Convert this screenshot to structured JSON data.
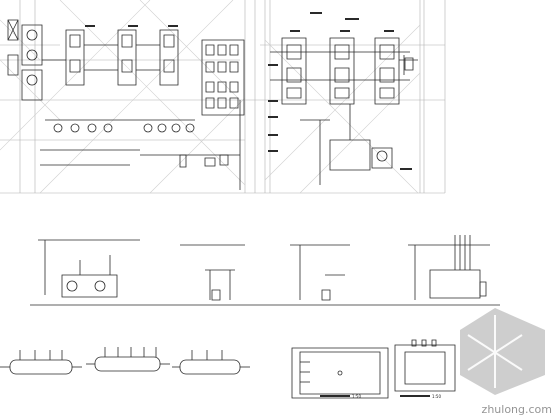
{
  "drawing": {
    "sheet_title": "",
    "note_labels": [
      "1:50",
      "1:50"
    ]
  },
  "watermark": {
    "text": "zhulong.com"
  },
  "colors": {
    "line": "#2a2a2a",
    "grid": "#b8b8b8",
    "diag": "#cfcfcf",
    "bg": "#ffffff"
  }
}
